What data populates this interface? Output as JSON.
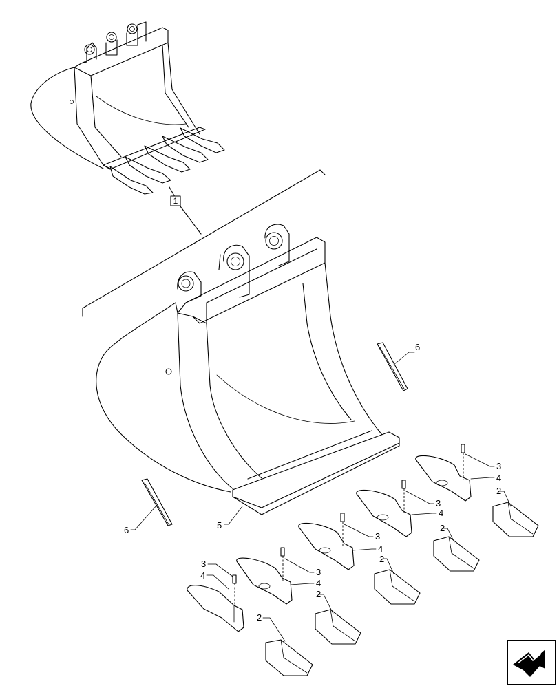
{
  "reference_box": {
    "label": "1"
  },
  "callouts": {
    "c6_right": "6",
    "c6_left": "6",
    "c5": "5",
    "c3_a": "3",
    "c4_a": "4",
    "c2_a": "2",
    "c3_b": "3",
    "c4_b": "4",
    "c2_b": "2",
    "c3_c": "3",
    "c4_c": "4",
    "c2_c": "2",
    "c3_d": "3",
    "c4_d": "4",
    "c2_d": "2",
    "c3_e": "3",
    "c4_e": "4",
    "c2_e": "2"
  },
  "icons": {
    "corner_nav": "next-page-arrow-icon"
  }
}
